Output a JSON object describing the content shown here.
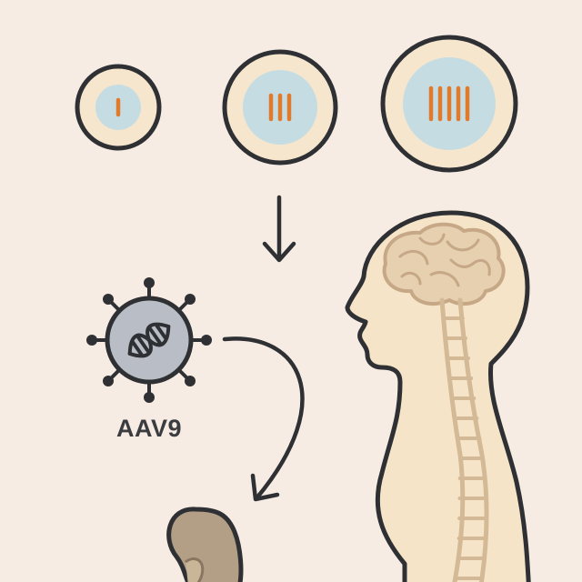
{
  "colors": {
    "background": "#f7ece4",
    "outline": "#2e3033",
    "cell_fill": "#f6e6cd",
    "nucleus_fill": "#c5dde2",
    "repeat_bar": "#e07a2c",
    "virus_fill": "#b9bec6",
    "body_fill": "#f6e4c8",
    "brain_fill": "#e6d0b0",
    "brain_line": "#c6a886",
    "spine_line": "#d3b995",
    "kidney_fill": "#b39e86",
    "kidney_line": "#8a7560"
  },
  "icons": {
    "cells": "cell-nucleus-icon",
    "arrow": "arrow-down-icon",
    "virus": "virus-icon",
    "dna": "dna-helix-icon",
    "curved_arrow": "curved-arrow-icon",
    "human": "human-silhouette-icon",
    "brain": "brain-icon",
    "spine": "spinal-cord-icon",
    "kidney": "kidney-icon"
  },
  "cells": [
    {
      "repeats": 1
    },
    {
      "repeats": 3
    },
    {
      "repeats": 5
    }
  ],
  "virus": {
    "label": "AAV9"
  }
}
